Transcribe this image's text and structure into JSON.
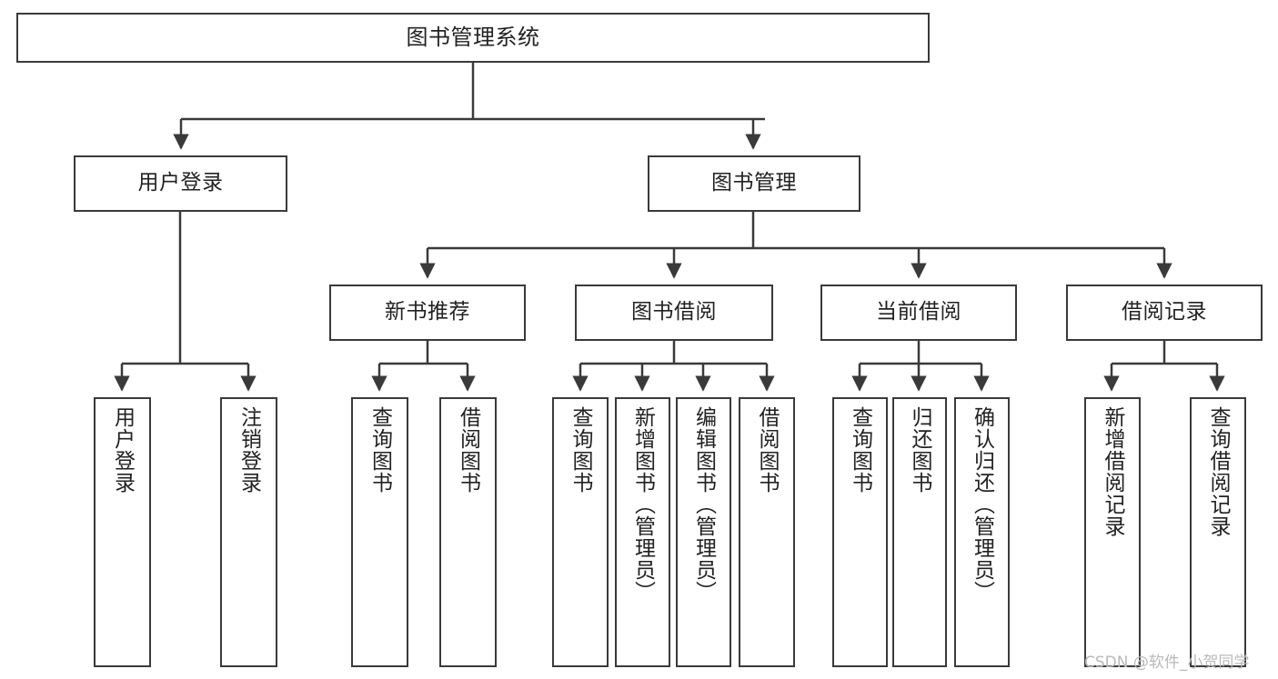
{
  "diagram": {
    "title": "图书管理系统",
    "type": "tree",
    "colors": {
      "stroke": "#3a3a3a",
      "fill": "#ffffff",
      "text": "#222222",
      "watermark": "#b9b9b9"
    },
    "root": {
      "label": "图书管理系统"
    },
    "level2": [
      {
        "label": "用户登录"
      },
      {
        "label": "图书管理"
      }
    ],
    "level3": [
      {
        "label": "新书推荐"
      },
      {
        "label": "图书借阅"
      },
      {
        "label": "当前借阅"
      },
      {
        "label": "借阅记录"
      }
    ],
    "leaves": {
      "user_login": [
        {
          "label": "用户登录"
        },
        {
          "label": "注销登录"
        }
      ],
      "new_book": [
        {
          "label": "查询图书"
        },
        {
          "label": "借阅图书"
        }
      ],
      "book_borrow": [
        {
          "label": "查询图书"
        },
        {
          "label": "新增图书（管理员）"
        },
        {
          "label": "编辑图书（管理员）"
        },
        {
          "label": "借阅图书"
        }
      ],
      "current_borrow": [
        {
          "label": "查询图书"
        },
        {
          "label": "归还图书"
        },
        {
          "label": "确认归还（管理员）"
        }
      ],
      "borrow_record": [
        {
          "label": "新增借阅记录"
        },
        {
          "label": "查询借阅记录"
        }
      ]
    },
    "watermark": "CSDN @软件_小贺同学"
  }
}
